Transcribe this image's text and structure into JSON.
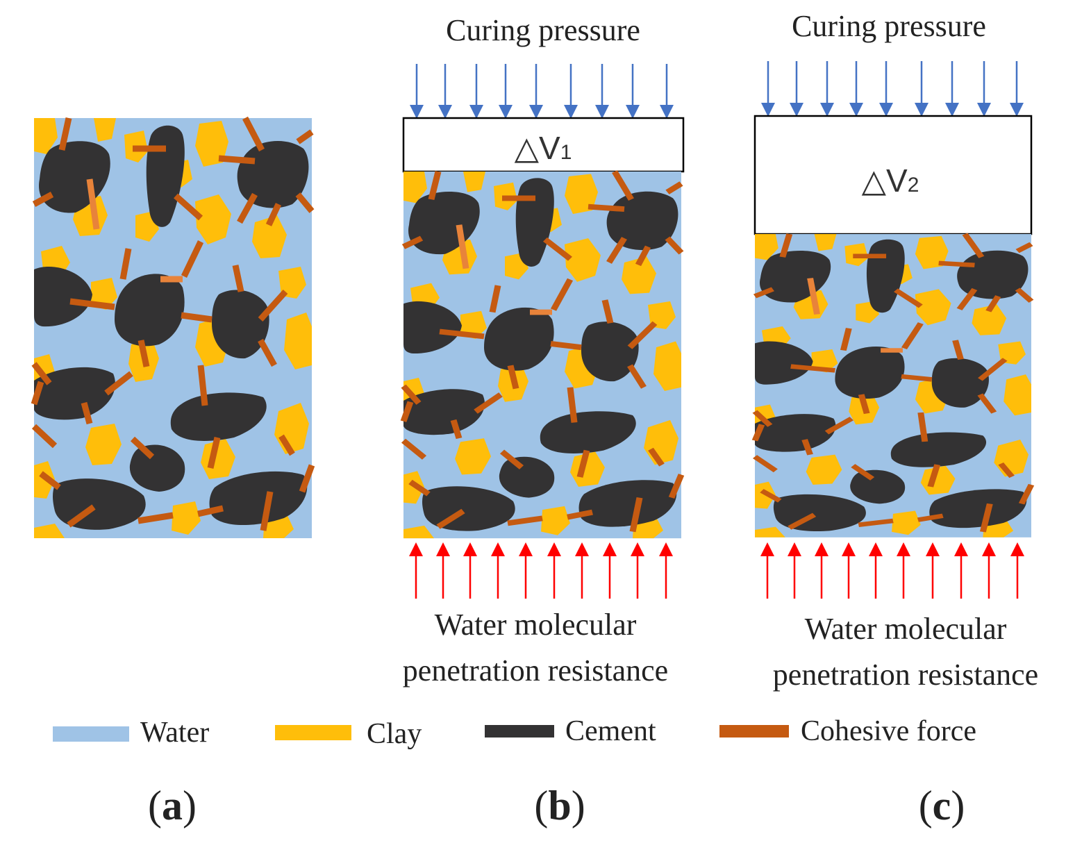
{
  "panels": [
    {
      "id": "a",
      "caption_letter": "a",
      "top_label": "",
      "volume_label": "",
      "volume_subscript": "",
      "bottom_label_lines": []
    },
    {
      "id": "b",
      "caption_letter": "b",
      "top_label": "Curing pressure",
      "volume_label": "△V",
      "volume_subscript": "1",
      "bottom_label_lines": [
        "Water molecular",
        "penetration resistance"
      ]
    },
    {
      "id": "c",
      "caption_letter": "c",
      "top_label": "Curing pressure",
      "volume_label": "△V",
      "volume_subscript": "2",
      "bottom_label_lines": [
        "Water molecular",
        "penetration resistance"
      ]
    }
  ],
  "legend": [
    {
      "label": "Water",
      "color": "#9fc3e6"
    },
    {
      "label": "Clay",
      "color": "#ffbe0a"
    },
    {
      "label": "Cement",
      "color": "#333233"
    },
    {
      "label": "Cohesive force",
      "color": "#c55a11"
    }
  ],
  "colors": {
    "water": "#9fc3e6",
    "clay": "#ffbe0a",
    "cement": "#333233",
    "bond": "#c55a11",
    "bond_light": "#e8833a",
    "pressure_arrow": "#4472c4",
    "resistance_arrow": "#ff0000"
  },
  "caption": {
    "open": "(",
    "close": ")"
  }
}
